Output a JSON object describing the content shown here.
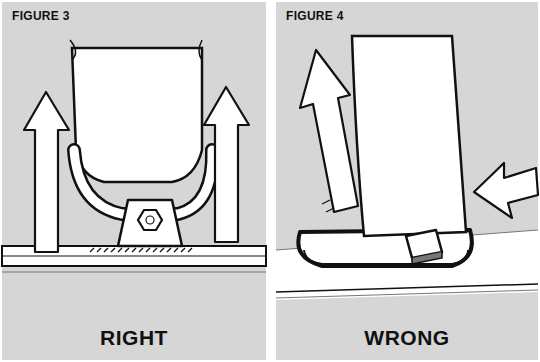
{
  "diagram": {
    "nodes": [
      {
        "text": [
          "FIGURE 3",
          "RIGHT"
        ]
      },
      {
        "text": [
          "FIGURE 4",
          "WRONG"
        ]
      }
    ]
  }
}
